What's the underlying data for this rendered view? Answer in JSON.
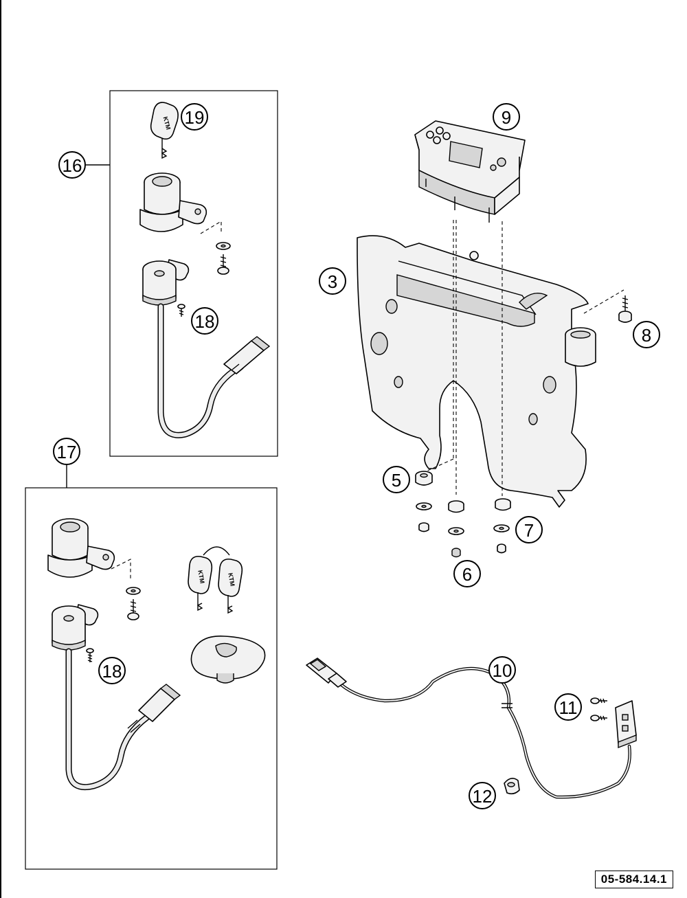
{
  "callouts": {
    "c3": "3",
    "c5": "5",
    "c6": "6",
    "c7": "7",
    "c8": "8",
    "c9": "9",
    "c10": "10",
    "c11": "11",
    "c12": "12",
    "c16": "16",
    "c17": "17",
    "c18a": "18",
    "c18b": "18",
    "c19": "19"
  },
  "key_logo_text": "KTM",
  "document_number": "05-584.14.1"
}
